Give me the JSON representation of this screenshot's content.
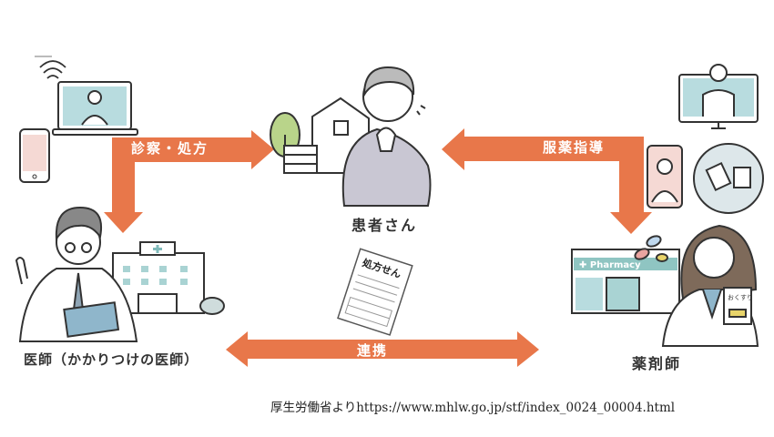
{
  "arrows": {
    "consultation": "診察・処方",
    "medication_guidance": "服薬指導",
    "collaboration": "連携"
  },
  "roles": {
    "patient": "患者さん",
    "doctor": "医師（かかりつけの医師）",
    "pharmacist": "薬剤師"
  },
  "illustration_text": {
    "prescription": "処方せん",
    "pharmacy_sign": "Pharmacy",
    "medicine_card": "おくすり"
  },
  "source": "厚生労働省よりhttps://www.mhlw.go.jp/stf/index_0024_00004.html",
  "colors": {
    "arrow": "#E8774A",
    "teal": "#A9D3D3",
    "gray_figure": "#C9C7D3"
  }
}
